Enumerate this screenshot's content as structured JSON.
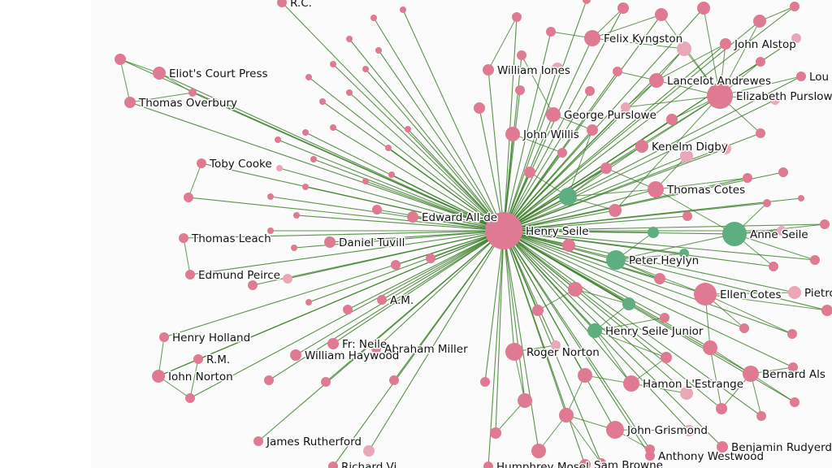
{
  "colors": {
    "edge": "#3d7f2a",
    "node_pink": "#e07a92",
    "node_pink_light": "#eaa7b8",
    "node_green": "#5fae80",
    "background": "#fbfbfb"
  },
  "graph": {
    "hub_label": "Henry Seile",
    "labels": [
      "R.C.",
      "Felix Kyngston",
      "John Alstop",
      "Eliot's Court Press",
      "William Iones",
      "Lancelot Andrewes",
      "Lou",
      "Elizabeth Purslow",
      "Thomas Overbury",
      "George Purslowe",
      "John Willis",
      "Kenelm Digby",
      "Toby Cooke",
      "Thomas Cotes",
      "Edward All-de",
      "Henry Seile",
      "Anne Seile",
      "Thomas Leach",
      "Daniel Tuvill",
      "Peter Heylyn",
      "Edmund Peirce",
      "Pietro Parav",
      "Ellen Cotes",
      "A.M.",
      "Henry Holland",
      "Henry Seile Junior",
      "Fr: Neile",
      "Abraham Miller",
      "William Haywood",
      "R.M.",
      "Roger Norton",
      "Bernard Als",
      "Iohn Norton",
      "Hamon L'Estrange",
      "John Grismond",
      "James Rutherford",
      "Benjamin Rudyerd",
      "Anthony Westwood",
      "Richard Vi",
      "Humphrey Mosel",
      "Sam Browne"
    ]
  }
}
